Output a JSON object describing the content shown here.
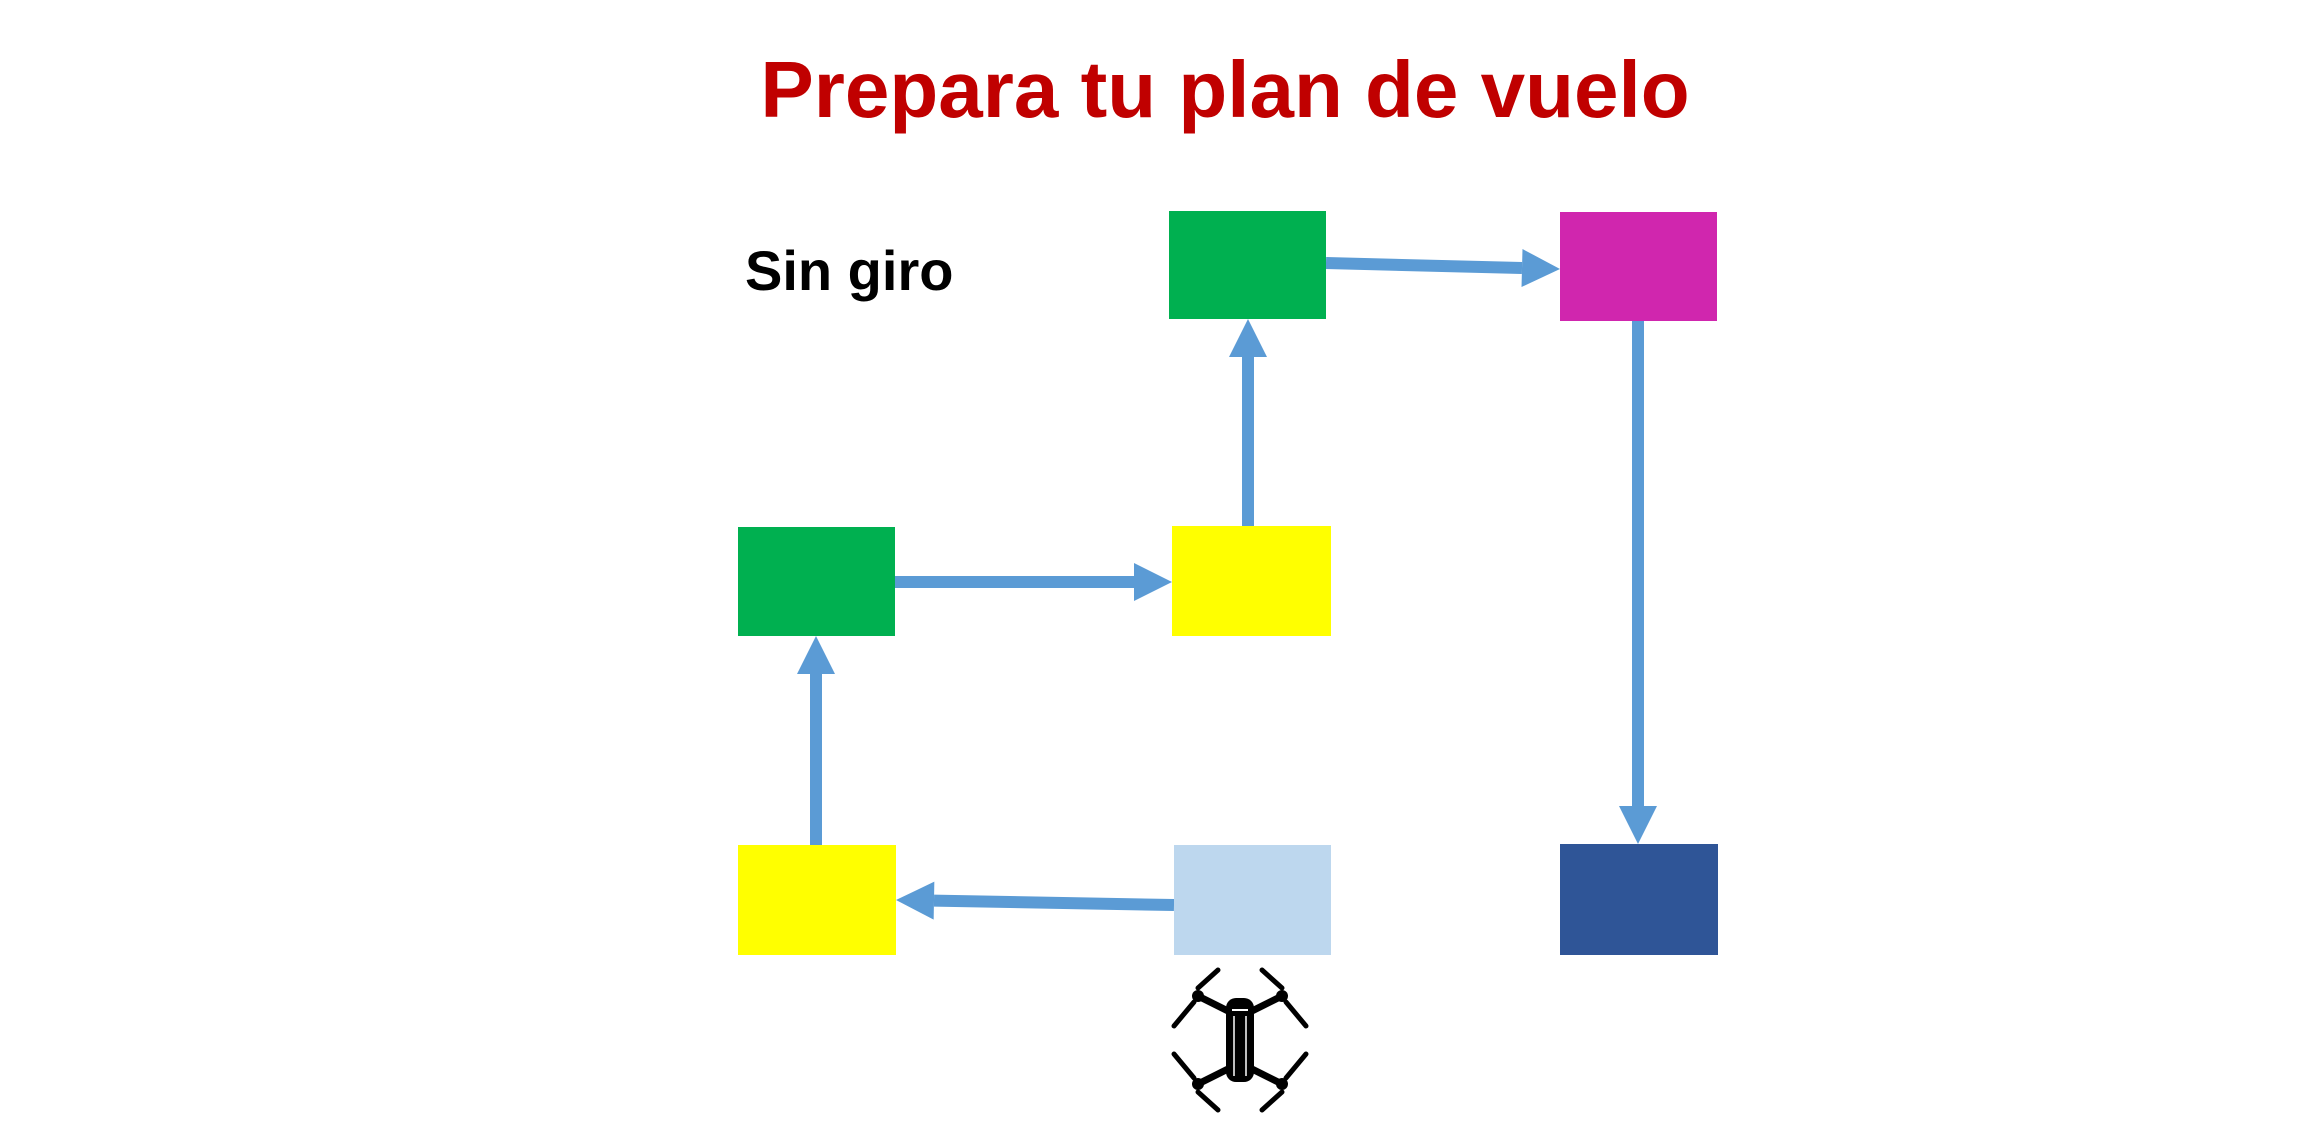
{
  "title": "Prepara tu plan de vuelo",
  "subtitle": "Sin giro",
  "colors": {
    "title": "#C00000",
    "subtitle": "#000000",
    "arrow": "#5B9BD5",
    "start": "#BDD7EE",
    "yellow": "#FFFF00",
    "green": "#00B050",
    "magenta": "#D026AE",
    "dark_blue": "#2F5597"
  },
  "cells": [
    {
      "id": "start",
      "color": "start"
    },
    {
      "id": "yellow-bottom",
      "color": "yellow"
    },
    {
      "id": "green-mid",
      "color": "green"
    },
    {
      "id": "yellow-mid",
      "color": "yellow"
    },
    {
      "id": "green-top",
      "color": "green"
    },
    {
      "id": "magenta-top",
      "color": "magenta"
    },
    {
      "id": "dark-blue-end",
      "color": "dark_blue"
    }
  ],
  "path": [
    "start",
    "yellow-bottom",
    "green-mid",
    "yellow-mid",
    "green-top",
    "magenta-top",
    "dark-blue-end"
  ],
  "drone_icon": "drone-icon"
}
